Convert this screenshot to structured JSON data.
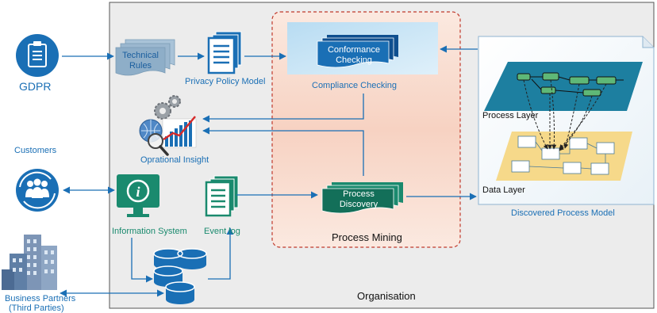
{
  "diagram": {
    "gdpr_label": "GDPR",
    "technical_rules_line1": "Technical",
    "technical_rules_line2": "Rules",
    "privacy_policy_label": "Privacy Policy Model",
    "conformance_line1": "Conformance",
    "conformance_line2": "Checking",
    "compliance_label": "Compliance  Checking",
    "insight_label": "Oprational Insight",
    "customers_label": "Customers",
    "info_system_label": "Information System",
    "event_log_label": "Event log",
    "process_discovery_line1": "Process",
    "process_discovery_line2": "Discovery",
    "process_mining_label": "Process Mining",
    "process_layer_label": "Process Layer",
    "data_layer_label": "Data Layer",
    "discovered_model_label": "Discovered Process Model",
    "organisation_label": "Organisation",
    "business_partners_line1": "Business Partners",
    "business_partners_line2": "(Third Parties)"
  },
  "colors": {
    "primary_blue": "#1a6fb5",
    "teal_green": "#1a8a6e",
    "org_background": "#ececec",
    "process_mining_fill": "#f8dccf",
    "process_mining_border": "#c0392b",
    "process_layer": "#1d7fa0",
    "data_layer": "#f6d98a"
  },
  "icons": [
    "clipboard-icon",
    "people-cycle-icon",
    "buildings-icon",
    "info-monitor-icon",
    "document-stack-icon",
    "database-icon",
    "analytics-gears-icon"
  ]
}
